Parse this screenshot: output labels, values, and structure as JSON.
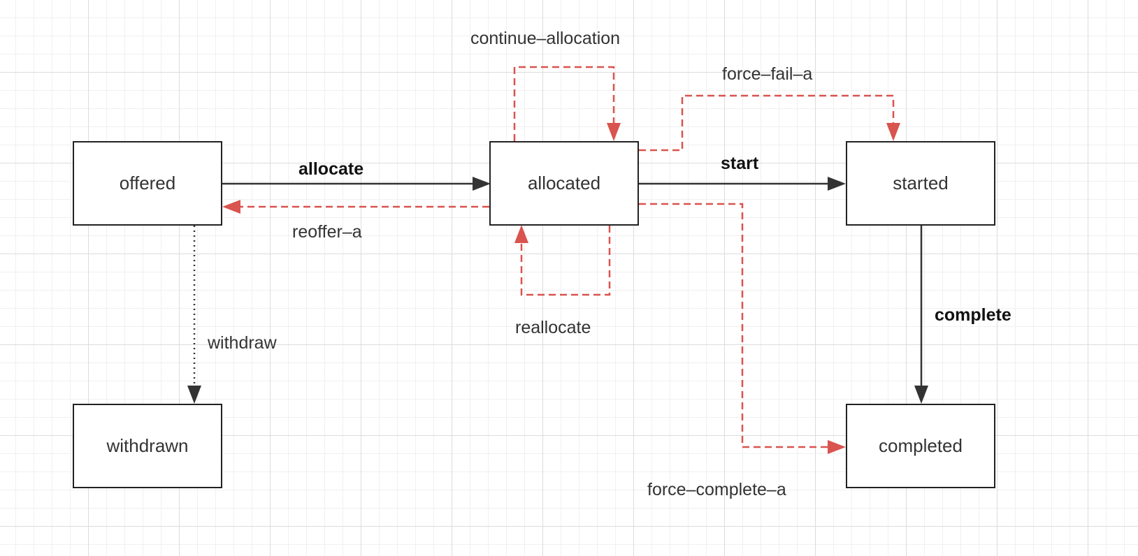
{
  "states": {
    "offered": "offered",
    "allocated": "allocated",
    "started": "started",
    "withdrawn": "withdrawn",
    "completed": "completed"
  },
  "transitions": {
    "allocate": "allocate",
    "reoffer": "reoffer–a",
    "continue_allocation": "continue–allocation",
    "force_fail": "force–fail–a",
    "start": "start",
    "reallocate": "reallocate",
    "withdraw": "withdraw",
    "complete": "complete",
    "force_complete": "force–complete–a"
  },
  "colors": {
    "solid": "#333333",
    "dashed": "#d9534f"
  }
}
